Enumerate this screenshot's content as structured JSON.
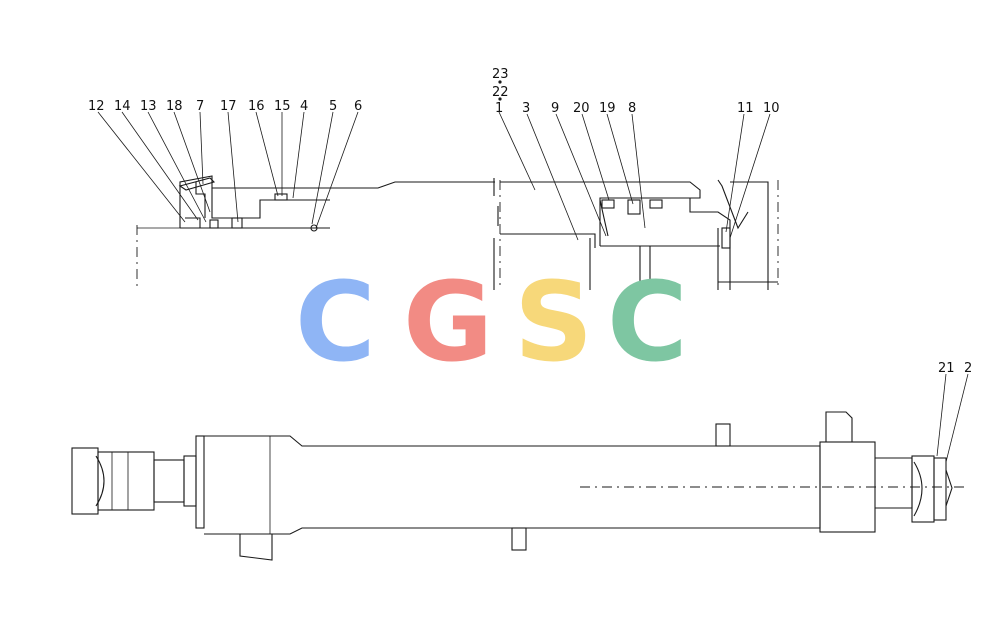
{
  "diagram": {
    "part_labels": [
      "12",
      "14",
      "13",
      "18",
      "7",
      "17",
      "16",
      "15",
      "4",
      "5",
      "6",
      "23",
      "22",
      "1",
      "3",
      "9",
      "20",
      "19",
      "8",
      "11",
      "10",
      "21",
      "2"
    ]
  },
  "watermark": {
    "text": "CGSC",
    "letters": [
      {
        "char": "C",
        "color": "#8fb5f5"
      },
      {
        "char": "G",
        "color": "#f28b84"
      },
      {
        "char": "S",
        "color": "#f7d87a"
      },
      {
        "char": "C",
        "color": "#7ec6a2"
      }
    ]
  }
}
